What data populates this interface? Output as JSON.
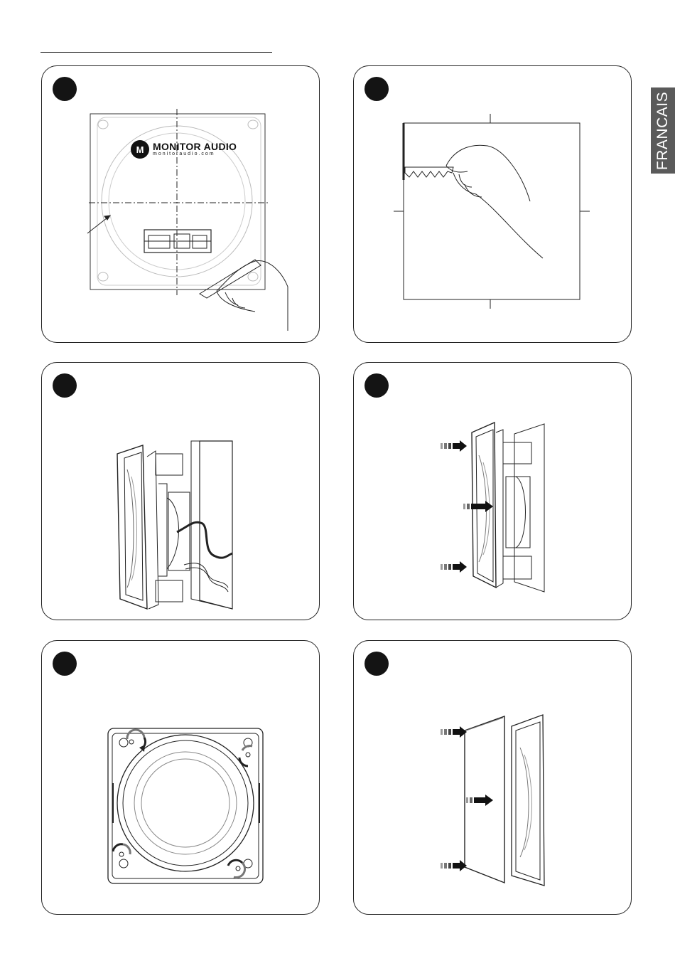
{
  "page": {
    "language_tab": "FRANCAIS"
  },
  "logo": {
    "brand_name": "MONITOR AUDIO",
    "url": "monitoraudio.com",
    "mark": "M"
  },
  "colors": {
    "ink": "#111111",
    "tab": "#5a5a5a",
    "arrow_faded": "#9a9a9a"
  },
  "steps": [
    {
      "id": 1,
      "illustration": "template-tracing"
    },
    {
      "id": 2,
      "illustration": "cutting-drywall"
    },
    {
      "id": 3,
      "illustration": "connecting-cable"
    },
    {
      "id": 4,
      "illustration": "inserting-speaker"
    },
    {
      "id": 5,
      "illustration": "tightening-clamps"
    },
    {
      "id": 6,
      "illustration": "fitting-grille"
    }
  ]
}
